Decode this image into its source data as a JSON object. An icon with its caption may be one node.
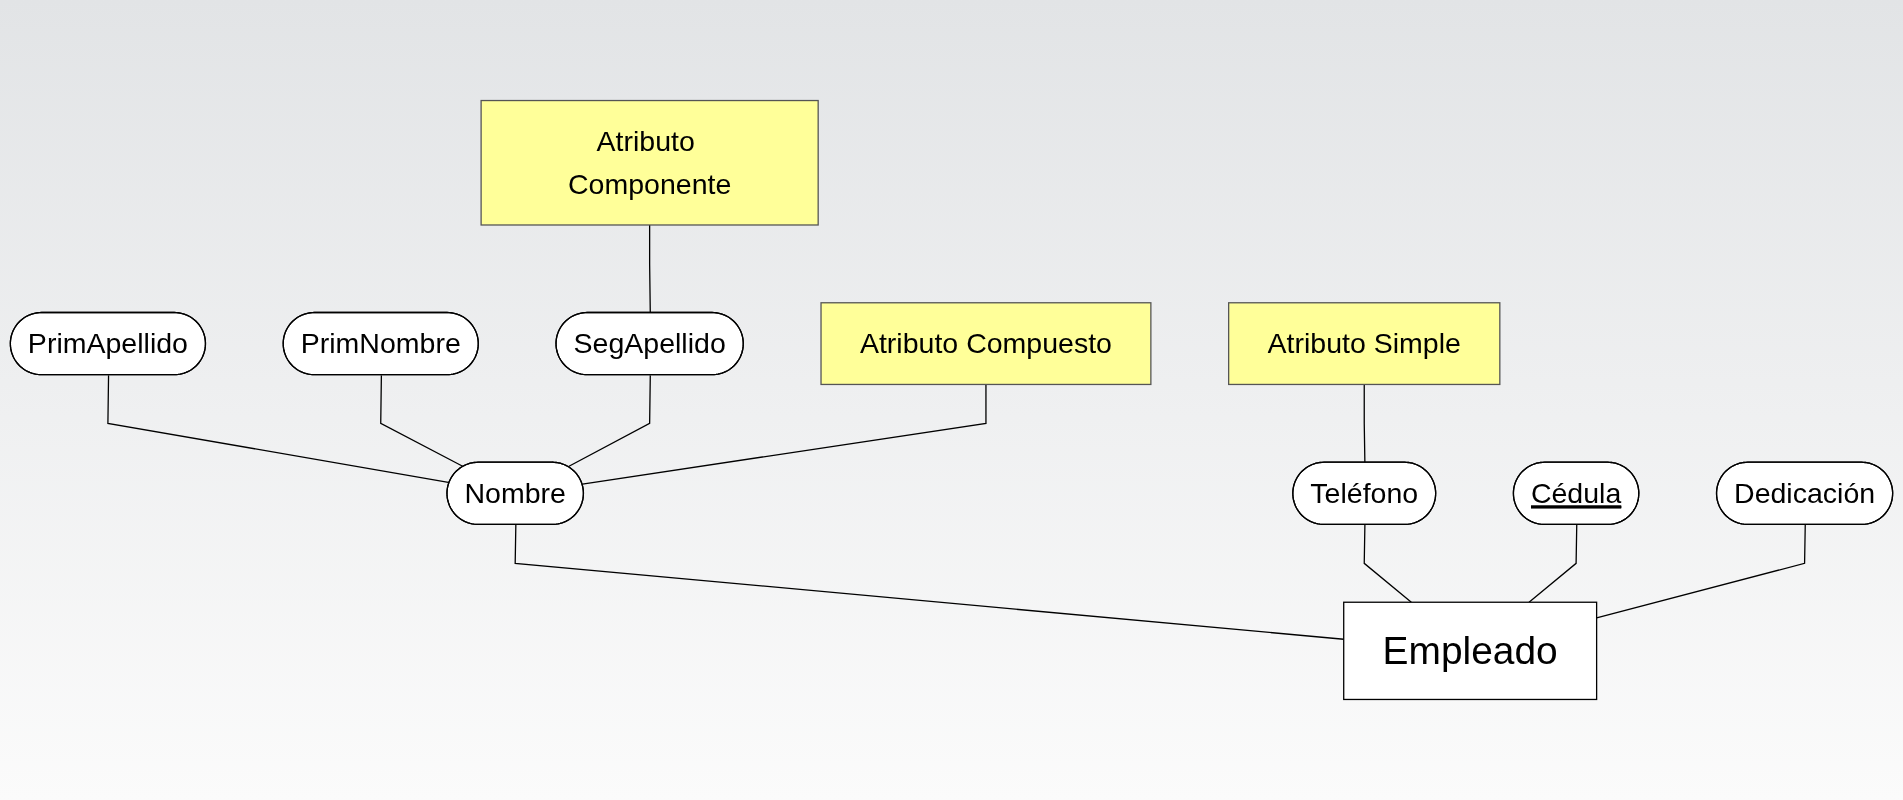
{
  "diagram": {
    "nodes": [
      {
        "text": [
          "PrimApellido"
        ]
      },
      {
        "text": [
          "PrimNombre"
        ]
      },
      {
        "text": [
          "SegApellido"
        ]
      },
      {
        "text": [
          "Atributo Componente"
        ]
      },
      {
        "text": [
          "Nombre"
        ]
      },
      {
        "text": [
          "Teléfono"
        ]
      },
      {
        "text": [
          "Atributo Compuesto"
        ]
      },
      {
        "text": [
          "Cédula"
        ]
      },
      {
        "text": [
          "Empleado"
        ]
      },
      {
        "text": [
          "Atributo Simple"
        ]
      },
      {
        "text": [
          "Dedicación"
        ]
      }
    ],
    "edges": [
      {
        "from": 0,
        "to": 4,
        "arrow": "none"
      },
      {
        "from": 1,
        "to": 4,
        "arrow": "none"
      },
      {
        "from": 2,
        "to": 4,
        "arrow": "none"
      },
      {
        "from": 3,
        "to": 2,
        "arrow": "none"
      },
      {
        "from": 6,
        "to": 4,
        "arrow": "none"
      },
      {
        "from": 9,
        "to": 5,
        "arrow": "none"
      },
      {
        "from": 4,
        "to": 8,
        "arrow": "none"
      },
      {
        "from": 5,
        "to": 8,
        "arrow": "none"
      },
      {
        "from": 7,
        "to": 8,
        "arrow": "none"
      },
      {
        "from": 10,
        "to": 8,
        "arrow": "none"
      }
    ]
  }
}
